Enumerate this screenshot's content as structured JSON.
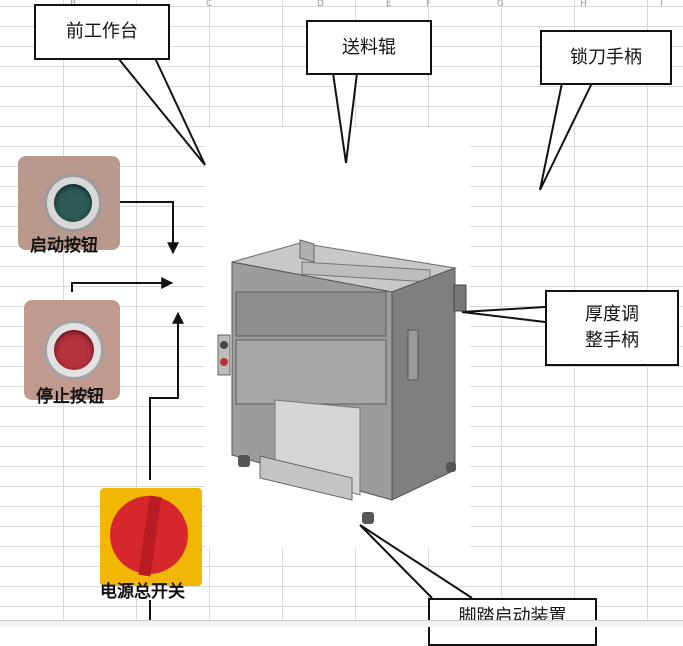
{
  "columns": [
    "B",
    "C",
    "D",
    "E",
    "F",
    "G",
    "H",
    "I"
  ],
  "callouts": {
    "front_table": "前工作台",
    "feed_roller": "送料辊",
    "lock_handle": "锁刀手柄",
    "thickness_handle_line1": "厚度调",
    "thickness_handle_line2": "整手柄",
    "foot_start": "脚踏启动装置"
  },
  "photos": {
    "start_button": "启动按钮",
    "stop_button": "停止按钮",
    "power_switch": "电源总开关"
  },
  "colors": {
    "start_button": "#2f5a55",
    "stop_button": "#b5323f",
    "switch_yellow": "#f2b705",
    "switch_red": "#d6272c",
    "steel": "#a9a9a9"
  }
}
